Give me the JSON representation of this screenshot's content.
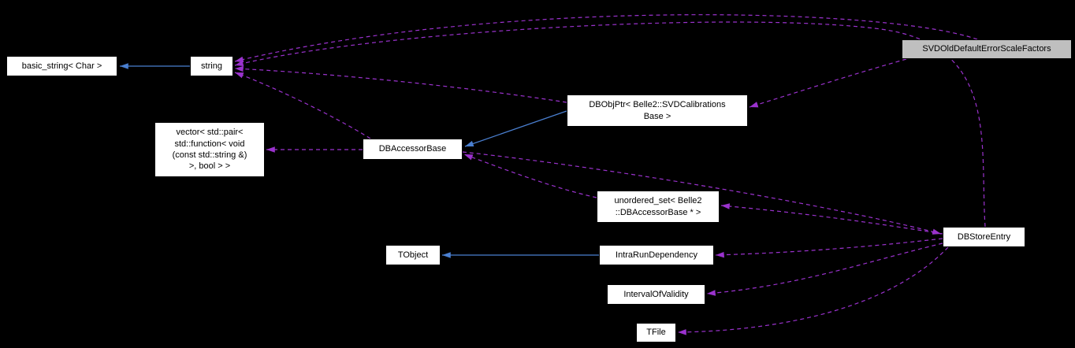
{
  "diagram": {
    "type": "doxygen-collaboration-graph",
    "highlighted_node": "SVDOldDefaultErrorScaleFactors",
    "nodes": {
      "basic_string": {
        "label": "basic_string< Char >"
      },
      "string": {
        "label": "string"
      },
      "svd": {
        "label": "SVDOldDefaultErrorScaleFactors"
      },
      "dbobjptr": {
        "label": "DBObjPtr< Belle2::SVDCalibrations\nBase >"
      },
      "vector": {
        "label": "vector< std::pair<\nstd::function< void\n(const std::string &)\n>, bool > >"
      },
      "dbaccessorbase": {
        "label": "DBAccessorBase"
      },
      "unordered_set": {
        "label": "unordered_set< Belle2\n::DBAccessorBase * >"
      },
      "tobject": {
        "label": "TObject"
      },
      "intrarundependency": {
        "label": "IntraRunDependency"
      },
      "intervalofvalidity": {
        "label": "IntervalOfValidity"
      },
      "tfile": {
        "label": "TFile"
      },
      "dbstoreentry": {
        "label": "DBStoreEntry"
      }
    },
    "edges": [
      {
        "from": "string",
        "to": "basic_string",
        "type": "inheritance"
      },
      {
        "from": "dbobjptr",
        "to": "dbaccessorbase",
        "type": "inheritance"
      },
      {
        "from": "intrarundependency",
        "to": "tobject",
        "type": "inheritance"
      },
      {
        "from": "svd",
        "to": "string",
        "type": "usage"
      },
      {
        "from": "svd",
        "to": "dbobjptr",
        "type": "usage"
      },
      {
        "from": "dbobjptr",
        "to": "string",
        "type": "usage"
      },
      {
        "from": "dbaccessorbase",
        "to": "string",
        "type": "usage"
      },
      {
        "from": "dbaccessorbase",
        "to": "vector",
        "type": "usage"
      },
      {
        "from": "dbaccessorbase",
        "to": "dbstoreentry",
        "type": "usage"
      },
      {
        "from": "unordered_set",
        "to": "dbaccessorbase",
        "type": "usage"
      },
      {
        "from": "dbstoreentry",
        "to": "string",
        "type": "usage"
      },
      {
        "from": "dbstoreentry",
        "to": "unordered_set",
        "type": "usage"
      },
      {
        "from": "dbstoreentry",
        "to": "intrarundependency",
        "type": "usage"
      },
      {
        "from": "dbstoreentry",
        "to": "intervalofvalidity",
        "type": "usage"
      },
      {
        "from": "dbstoreentry",
        "to": "tfile",
        "type": "usage"
      }
    ]
  },
  "colors": {
    "background": "#000000",
    "node_bg": "#ffffff",
    "node_text": "#000000",
    "node_border": "#000000",
    "node_highlight_bg": "#bfbfbf",
    "edge_inherit": "#4a7fd0",
    "edge_usage": "#9a32cd"
  }
}
